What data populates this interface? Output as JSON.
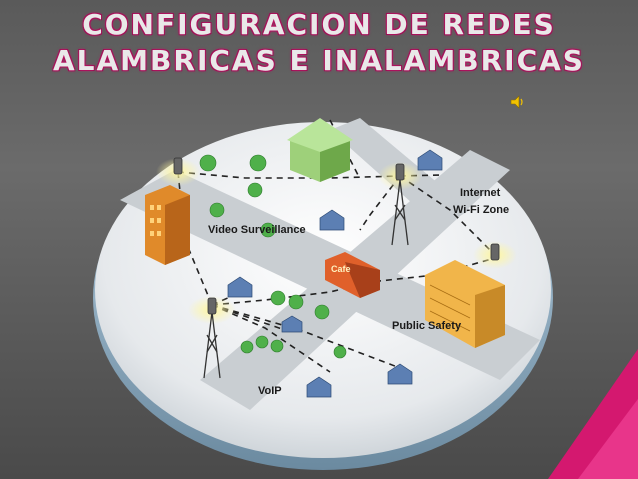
{
  "title": {
    "line1": "CONFIGURACION DE REDES",
    "line2": "ALAMBRICAS E INALAMBRICAS"
  },
  "labels": {
    "video": "Video Surveillance",
    "internet1": "Internet",
    "internet2": "Wi-Fi Zone",
    "public": "Public Safety",
    "voip": "VoIP",
    "cafe": "Cafe"
  },
  "icons": [
    "speaker-icon",
    "tower-icon",
    "house-icon",
    "tree-icon",
    "building-icon"
  ],
  "colors": {
    "title_glow": "#c2186b",
    "accent_pink": "#d4186f",
    "platform": "#e9ecef",
    "road": "#bfc4c8"
  }
}
